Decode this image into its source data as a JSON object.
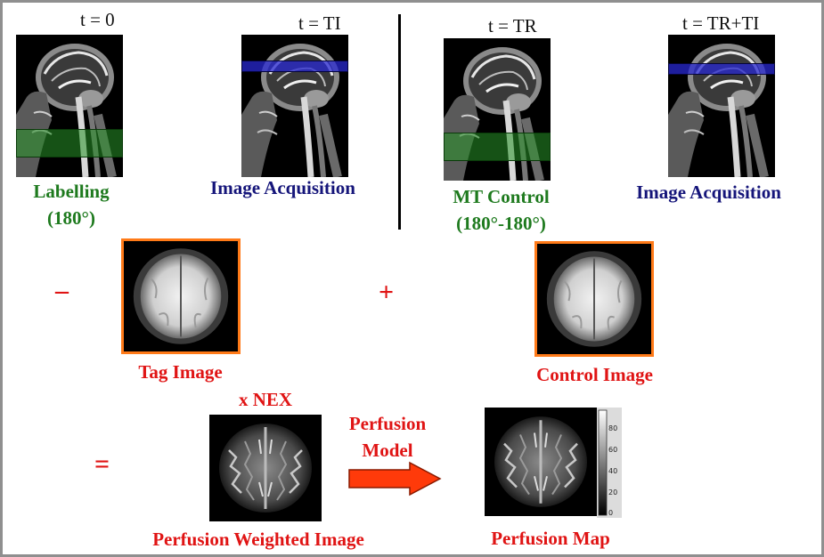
{
  "timepoints": {
    "t1": "t = 0",
    "t2": "t = TI",
    "t3": "t = TR",
    "t4": "t = TR+TI"
  },
  "labels": {
    "labelling": "Labelling",
    "labelling_angle": "(180°)",
    "acq1": "Image Acquisition",
    "mt_control": "MT Control",
    "mt_angle": "(180°-180°)",
    "acq2": "Image Acquisition",
    "tag_image": "Tag Image",
    "control_image": "Control Image",
    "nex": "x NEX",
    "perfusion_model_1": "Perfusion",
    "perfusion_model_2": "Model",
    "pwi": "Perfusion Weighted Image",
    "perfusion_map": "Perfusion Map"
  },
  "operators": {
    "minus": "–",
    "plus": "+",
    "equals": "="
  },
  "colorbar": {
    "ticks": [
      "80",
      "60",
      "40",
      "20",
      "0"
    ]
  },
  "colors": {
    "labelling": "#1e7a1e",
    "acquisition": "#15157a",
    "result": "#e01414",
    "frame": "#ff7a18",
    "arrow": "#ff3a0a"
  }
}
